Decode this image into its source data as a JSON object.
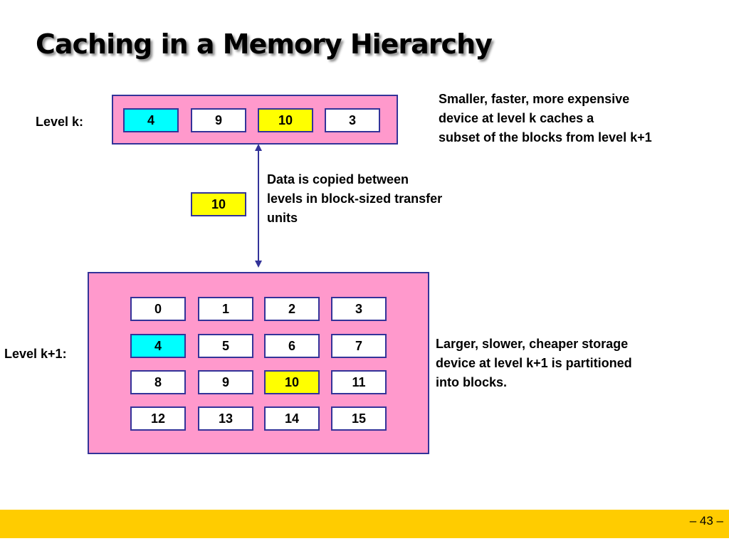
{
  "title": "Caching in a Memory Hierarchy",
  "level_k": {
    "label": "Level k:",
    "blocks": [
      {
        "value": "4",
        "color": "#00ffff"
      },
      {
        "value": "9",
        "color": "#ffffff"
      },
      {
        "value": "10",
        "color": "#ffff00"
      },
      {
        "value": "3",
        "color": "#ffffff"
      }
    ]
  },
  "level_k1": {
    "label": "Level k+1:",
    "blocks": [
      "0",
      "1",
      "2",
      "3",
      "4",
      "5",
      "6",
      "7",
      "8",
      "9",
      "10",
      "11",
      "12",
      "13",
      "14",
      "15"
    ]
  },
  "transfer_block": {
    "value": "10",
    "color": "#ffff00"
  },
  "notes": {
    "top": [
      "Smaller, faster, more expensive",
      "device at level k caches a",
      "subset of the blocks from level k+1"
    ],
    "middle": [
      "Data is copied between",
      "levels in block-sized transfer",
      "units"
    ],
    "bottom": [
      "Larger, slower, cheaper storage",
      "device at level k+1 is partitioned",
      "into blocks."
    ]
  },
  "colors": {
    "panel": "#ff99cc",
    "border": "#333399",
    "cached_block": "#00ffff",
    "transferred_block": "#ffff00",
    "footer": "#ffcc00"
  },
  "footer": {
    "page": "– 43 –"
  }
}
